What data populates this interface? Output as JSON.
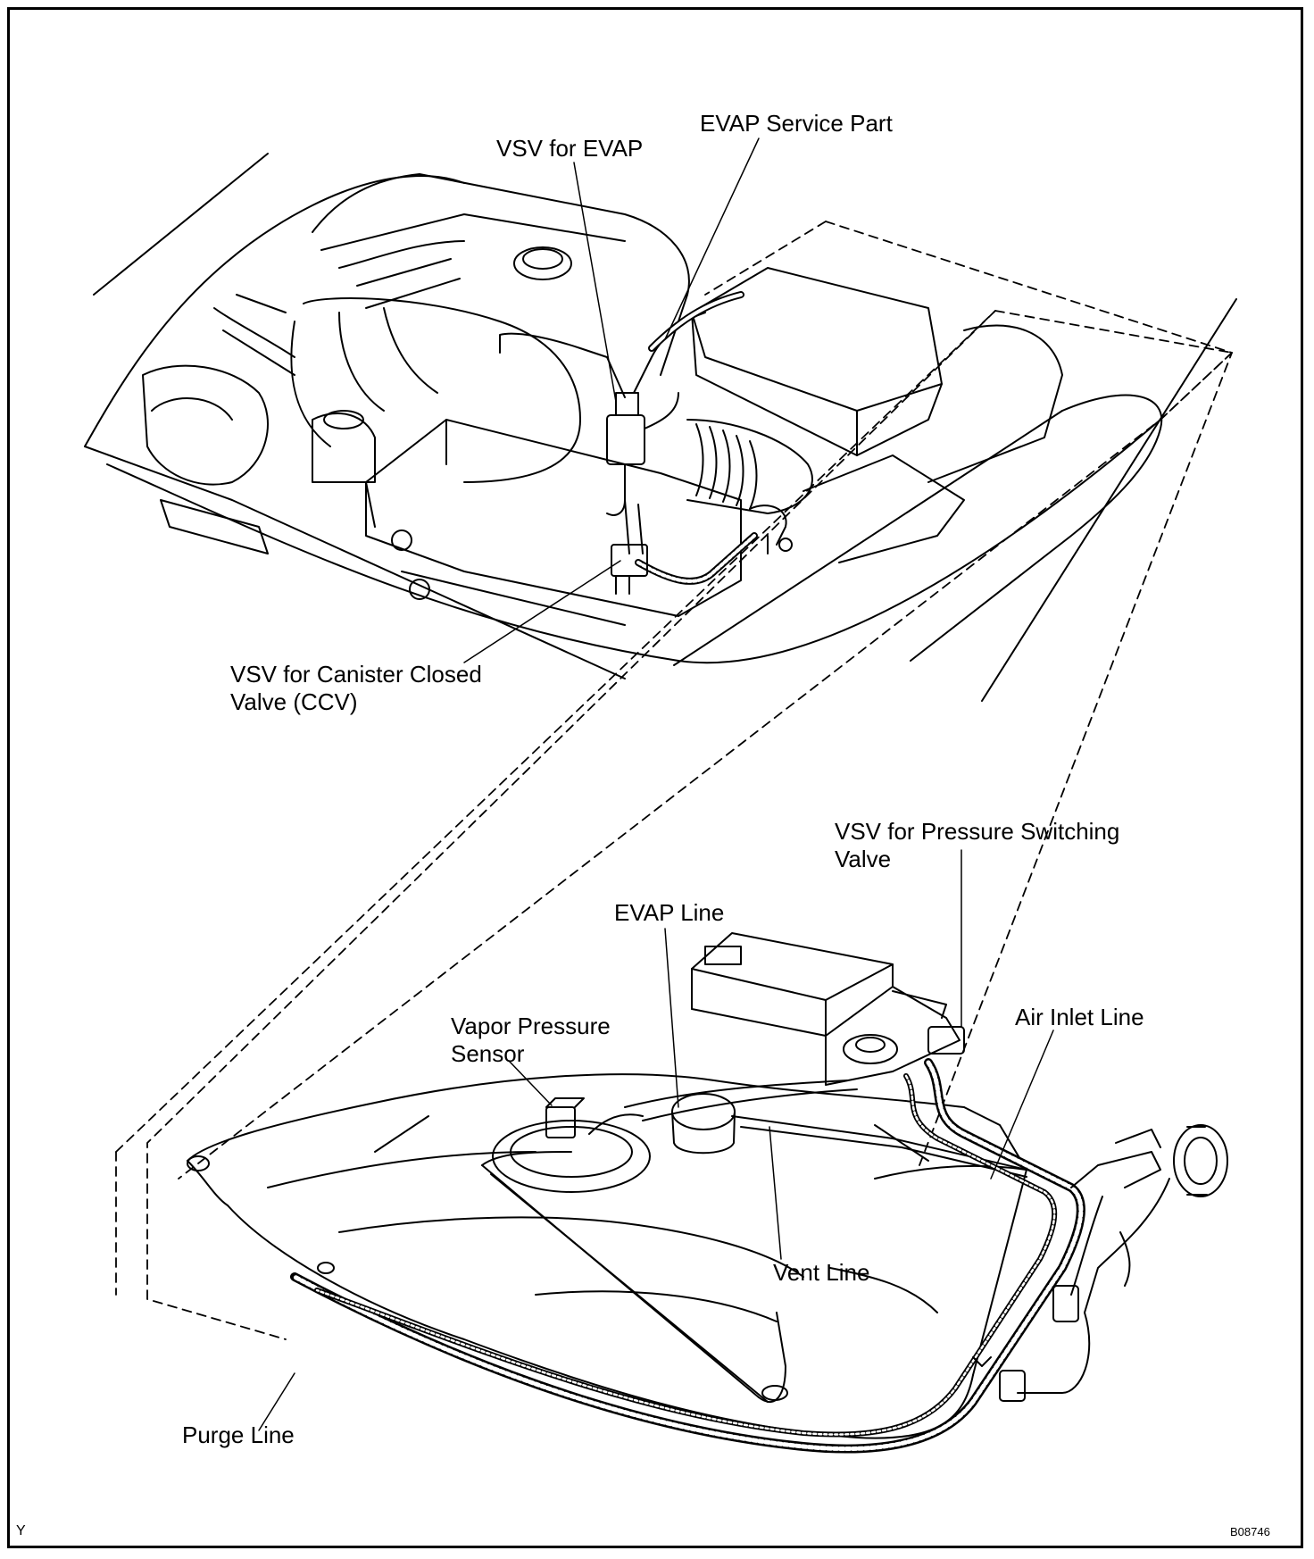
{
  "labels": {
    "vsv_evap": "VSV for EVAP",
    "evap_service_part": "EVAP Service Part",
    "vsv_ccv_line1": "VSV for Canister Closed",
    "vsv_ccv_line2": "Valve (CCV)",
    "vsv_psv_line1": "VSV for Pressure Switching",
    "vsv_psv_line2": "Valve",
    "evap_line": "EVAP Line",
    "air_inlet_line": "Air Inlet Line",
    "vapor_pressure_line1": "Vapor Pressure",
    "vapor_pressure_line2": "Sensor",
    "vent_line": "Vent Line",
    "purge_line": "Purge Line"
  },
  "corner_marks": {
    "left": "Y",
    "right": "B08746"
  },
  "colors": {
    "ink": "#000000",
    "paper": "#ffffff"
  }
}
